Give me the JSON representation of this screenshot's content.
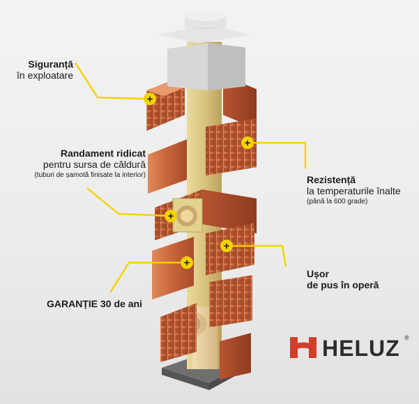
{
  "labels": {
    "safety": {
      "title": "Siguranță",
      "sub": "în exploatare"
    },
    "efficiency": {
      "title": "Randament ridicat",
      "sub": "pentru sursa de căldură",
      "note": "(tuburi de șamotă finisate la interior)"
    },
    "resistance": {
      "title": "Rezistență",
      "sub": "la temperaturile înalte",
      "note": "(până la 600 grade)"
    },
    "easy": {
      "title": "Ușor",
      "sub": "de pus în operă"
    },
    "warranty": {
      "title": "GARANȚIE 30 de ani"
    }
  },
  "brand": {
    "name": "HELUZ",
    "reg": "®"
  },
  "colors": {
    "accent": "#f5d200",
    "brick": "#c8643a",
    "brick_dark": "#9c4527",
    "pumice": "#ddc98f",
    "brand_red": "#d13f2a"
  }
}
